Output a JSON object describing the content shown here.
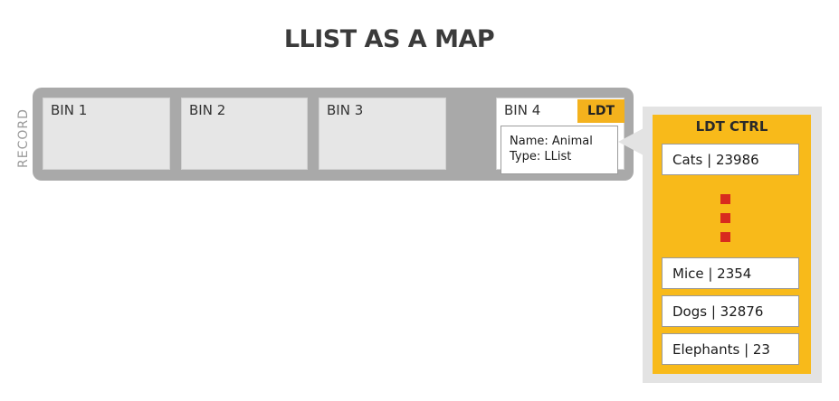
{
  "title": "LLIST AS A MAP",
  "record_label": "RECORD",
  "bins": [
    {
      "label": "BIN 1"
    },
    {
      "label": "BIN 2"
    },
    {
      "label": "BIN 3"
    },
    {
      "label": "BIN 4"
    }
  ],
  "ldt_tag": "LDT",
  "bin4_info": {
    "name": "Name: Animal",
    "type": "Type: LList"
  },
  "ldt_ctrl": {
    "title": "LDT CTRL",
    "entries": [
      {
        "text": "Cats | 23986"
      },
      {
        "text": "Mice | 2354"
      },
      {
        "text": "Dogs | 32876"
      },
      {
        "text": "Elephants | 23"
      }
    ],
    "ellipsis_color": "#d82a1e"
  },
  "colors": {
    "record_bg": "#a9a9a9",
    "bin_bg": "#e6e6e6",
    "ldt_accent": "#f4b21d",
    "ctrl_bg": "#f8ba1a",
    "ctrl_frame": "#e3e3e3"
  }
}
